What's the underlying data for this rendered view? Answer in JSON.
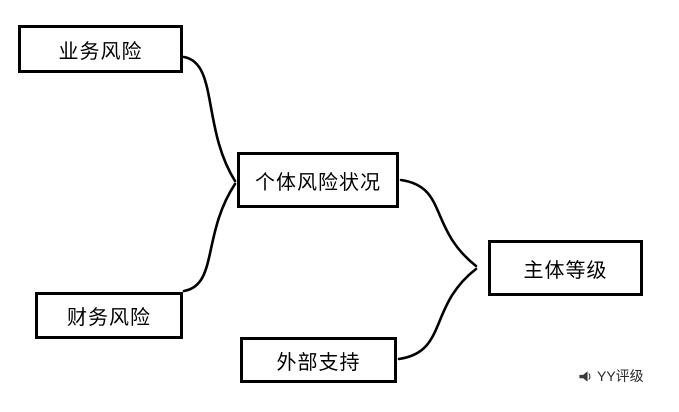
{
  "diagram": {
    "title": "credit-rating-structure",
    "nodes": [
      {
        "id": "business-risk",
        "label": "业务风险"
      },
      {
        "id": "financial-risk",
        "label": "财务风险"
      },
      {
        "id": "individual-risk",
        "label": "个体风险状况"
      },
      {
        "id": "external-support",
        "label": "外部支持"
      },
      {
        "id": "entity-rating",
        "label": "主体等级"
      }
    ],
    "edges": [
      {
        "from": "business-risk",
        "to": "individual-risk",
        "style": "brace-curve"
      },
      {
        "from": "financial-risk",
        "to": "individual-risk",
        "style": "brace-curve"
      },
      {
        "from": "individual-risk",
        "to": "entity-rating",
        "style": "brace-curve"
      },
      {
        "from": "external-support",
        "to": "entity-rating",
        "style": "brace-curve"
      }
    ],
    "watermark": {
      "label": "YY评级",
      "icon": "megaphone-icon"
    }
  },
  "colors": {
    "background": "#ffffff",
    "box_border": "#000000",
    "text": "#000000",
    "line": "#000000",
    "watermark_text": "#2b2b2b"
  }
}
